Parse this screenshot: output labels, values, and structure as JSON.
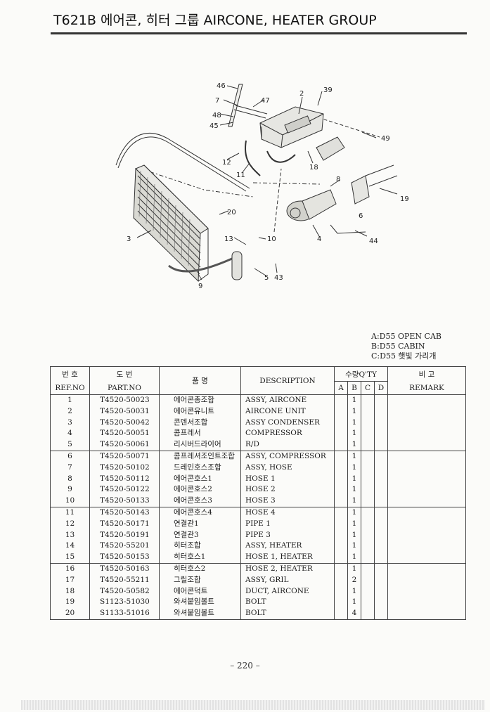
{
  "header": {
    "title": "T621B 에어콘, 히터 그룹 AIRCONE, HEATER GROUP"
  },
  "diagram": {
    "callouts": [
      "46",
      "7",
      "47",
      "48",
      "45",
      "2",
      "39",
      "49",
      "12",
      "11",
      "18",
      "8",
      "19",
      "20",
      "3",
      "13",
      "10",
      "4",
      "6",
      "44",
      "9",
      "5",
      "43"
    ]
  },
  "legend": {
    "a": "A:D55 OPEN CAB",
    "b": "B:D55 CABIN",
    "c": "C:D55 햇빛 가리개"
  },
  "table": {
    "headers": {
      "ref_ko": "번 호",
      "ref_en": "REF.NO",
      "part_ko": "도 번",
      "part_en": "PART.NO",
      "name_ko": "품 명",
      "desc": "DESCRIPTION",
      "qty": "수량Q'TY",
      "qty_cols": [
        "A",
        "B",
        "C",
        "D"
      ],
      "remark_ko": "비 고",
      "remark_en": "REMARK"
    },
    "groups": [
      {
        "refs": [
          "1",
          "2",
          "3",
          "4",
          "5"
        ],
        "parts": [
          "T4520-50023",
          "T4520-50031",
          "T4520-50042",
          "T4520-50051",
          "T4520-50061"
        ],
        "names": [
          "에어콘총조합",
          "에어콘유니트",
          "콘덴서조합",
          "콤프레서",
          "리시버드라이어"
        ],
        "descs": [
          "ASSY, AIRCONE",
          "AIRCONE UNIT",
          "ASSY CONDENSER",
          "COMPRESSOR",
          "R/D"
        ],
        "qty_b": [
          "1",
          "1",
          "1",
          "1",
          "1"
        ]
      },
      {
        "refs": [
          "6",
          "7",
          "8",
          "9",
          "10"
        ],
        "parts": [
          "T4520-50071",
          "T4520-50102",
          "T4520-50112",
          "T4520-50122",
          "T4520-50133"
        ],
        "names": [
          "콤프레셔조인트조합",
          "드레인호스조합",
          "에어콘호스1",
          "에어콘호스2",
          "에어콘호스3"
        ],
        "descs": [
          "ASSY, COMPRESSOR",
          "ASSY, HOSE",
          "HOSE 1",
          "HOSE 2",
          "HOSE 3"
        ],
        "qty_b": [
          "1",
          "1",
          "1",
          "1",
          "1"
        ]
      },
      {
        "refs": [
          "11",
          "12",
          "13",
          "14",
          "15"
        ],
        "parts": [
          "T4520-50143",
          "T4520-50171",
          "T4520-50191",
          "T4520-55201",
          "T4520-50153"
        ],
        "names": [
          "에어콘호스4",
          "연결관1",
          "연결관3",
          "히터조합",
          "히터호스1"
        ],
        "descs": [
          "HOSE 4",
          "PIPE 1",
          "PIPE 3",
          "ASSY, HEATER",
          "HOSE 1, HEATER"
        ],
        "qty_b": [
          "1",
          "1",
          "1",
          "1",
          "1"
        ]
      },
      {
        "refs": [
          "16",
          "17",
          "18",
          "19",
          "20"
        ],
        "parts": [
          "T4520-50163",
          "T4520-55211",
          "T4520-50582",
          "S1123-51030",
          "S1133-51016"
        ],
        "names": [
          "히터호스2",
          "그릴조합",
          "에어콘덕트",
          "와셔붙임볼트",
          "와셔붙임볼트"
        ],
        "descs": [
          "HOSE 2, HEATER",
          "ASSY, GRIL",
          "DUCT, AIRCONE",
          "BOLT",
          "BOLT"
        ],
        "qty_b": [
          "1",
          "2",
          "1",
          "1",
          "4"
        ]
      }
    ]
  },
  "footer": {
    "page": "– 220 –"
  }
}
